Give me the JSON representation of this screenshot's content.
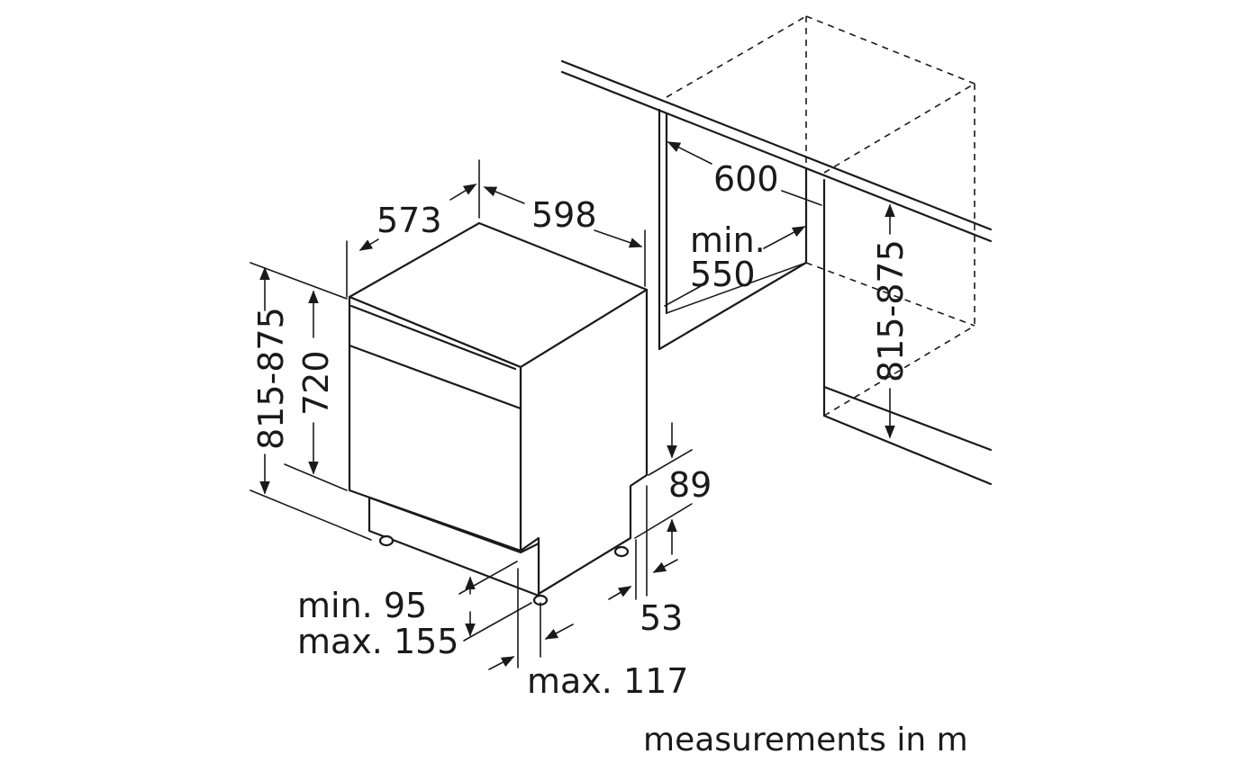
{
  "dimensions": {
    "depth_573": "573",
    "width_598": "598",
    "height_815_875_left": "815-875",
    "height_720": "720",
    "niche_600": "600",
    "niche_min": "min.",
    "niche_550": "550",
    "niche_height_815_875": "815-875",
    "plinth_89": "89",
    "plinth_53": "53",
    "foot_min": "min. 95",
    "foot_max": "max. 155",
    "max_117": "max. 117"
  },
  "footnote": "measurements in m"
}
